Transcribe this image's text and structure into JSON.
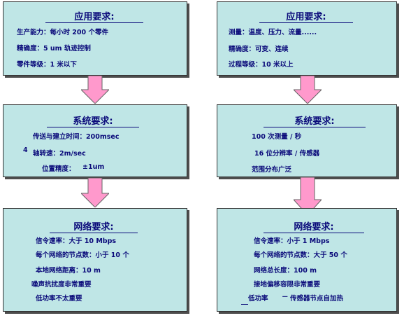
{
  "colors": {
    "box_fill": "#bfe6e6",
    "box_border": "#333333",
    "text": "#0a0a7a",
    "arrow_fill": "#ff99cc",
    "arrow_border": "#666666"
  },
  "left": {
    "app": {
      "title": "应用要求:",
      "lines": [
        "生产能力：每小时 200 个零件",
        "精确度：5 um 轨迹控制",
        "零件等级：1 米以下"
      ]
    },
    "system": {
      "title": "系统要求:",
      "lines": [
        "传送与建立时间：200msec",
        "4",
        "轴转速：2m/sec",
        "位置精度：",
        "±1um"
      ]
    },
    "network": {
      "title": "网络要求:",
      "lines": [
        "信令速率：大于 10 Mbps",
        "每个网络的节点数：小于 10 个",
        "本地网络距离：10 m",
        "噪声抗扰度非常重要",
        "低功率不太重要"
      ]
    }
  },
  "right": {
    "app": {
      "title": "应用要求:",
      "lines": [
        "测量：温度、压力、流量......",
        "精确度：可变、连续",
        "过程等级：10 米以上"
      ]
    },
    "system": {
      "title": "系统要求:",
      "lines": [
        "100 次测量 / 秒",
        "16 位分辨率 / 传感器",
        "范围分布广泛"
      ]
    },
    "network": {
      "title": "网络要求:",
      "lines": [
        "信令速率：小于 1 Mbps",
        "每个网络的节点数：大于 50 个",
        "网络总长度：100 m",
        "接地偏移容限非常重要",
        "低功率",
        "－",
        "传感器节点自加热"
      ]
    }
  }
}
